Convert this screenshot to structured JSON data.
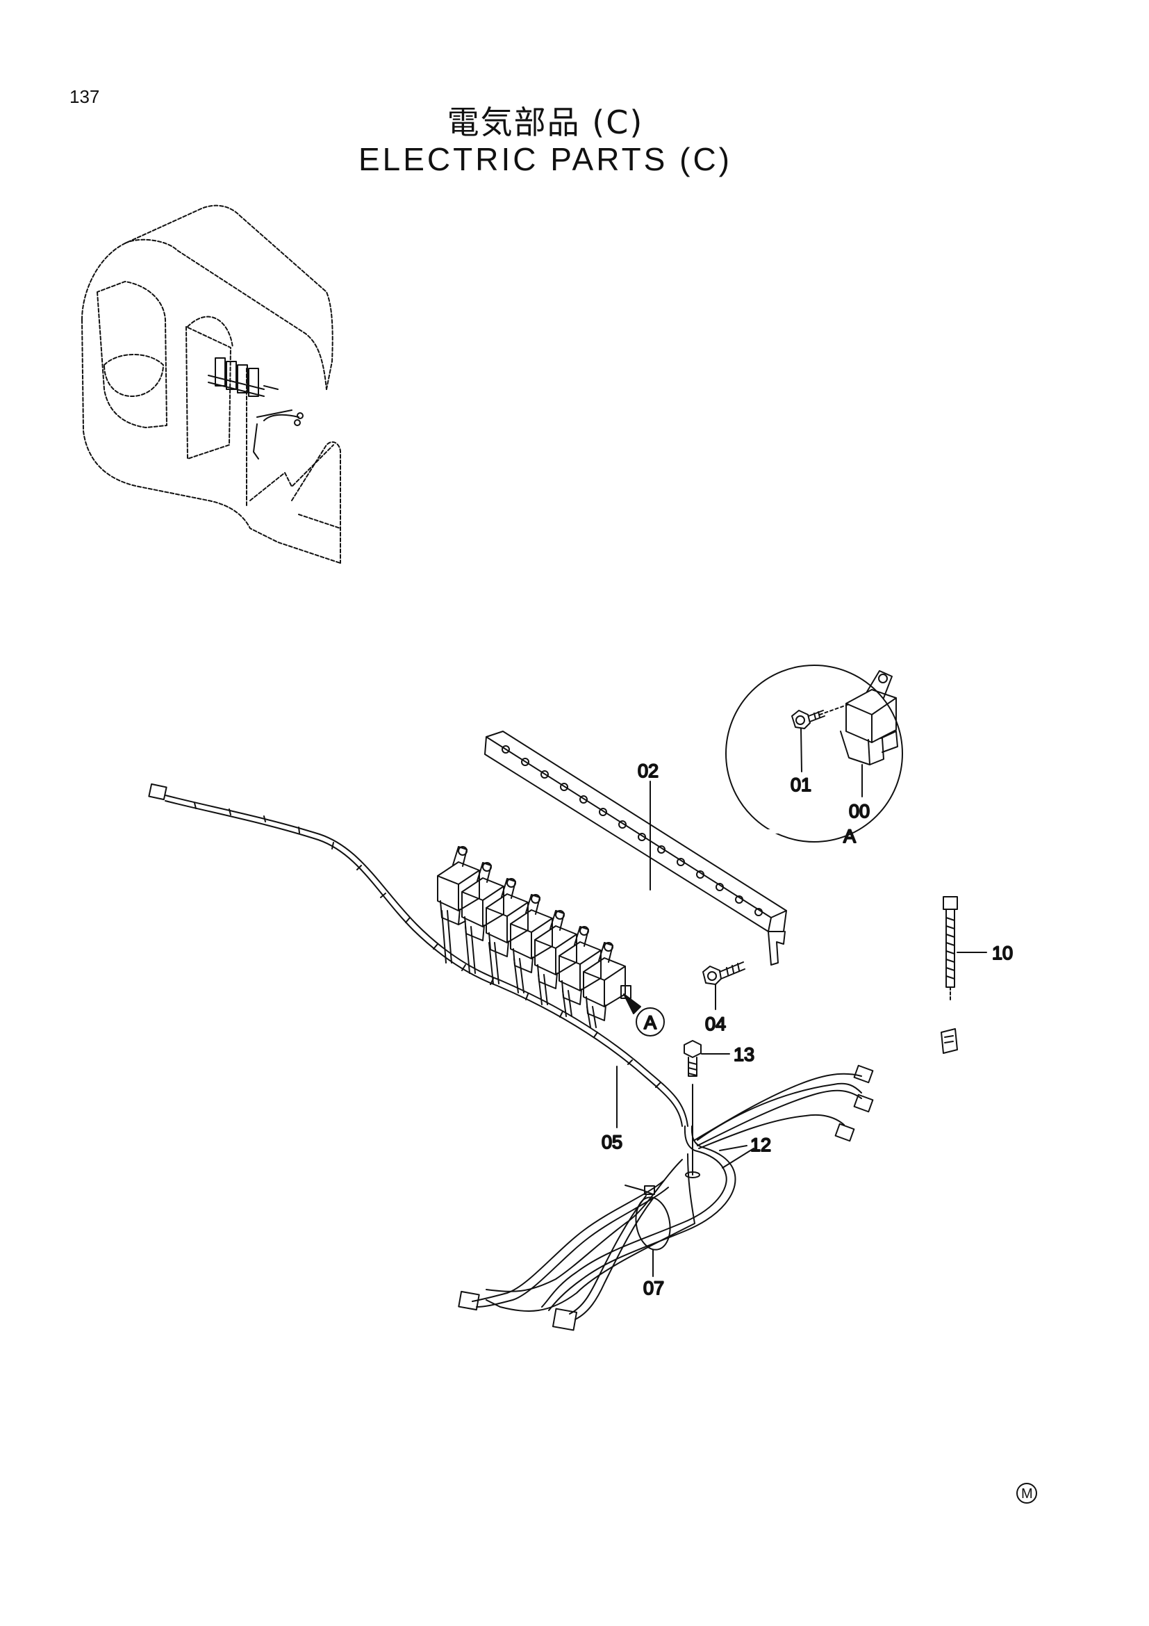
{
  "page": {
    "number": "137"
  },
  "title": {
    "japanese": "電気部品 (C)",
    "english": "ELECTRIC PARTS (C)"
  },
  "parts": {
    "p00": "00",
    "p01": "01",
    "p02": "02",
    "p04": "04",
    "p05": "05",
    "p07": "07",
    "p10": "10",
    "p12": "12",
    "p13": "13"
  },
  "detail": {
    "callout": "A",
    "view_label": "A"
  },
  "footer": {
    "mark": "M"
  },
  "colors": {
    "line": "#111111",
    "background": "#ffffff"
  }
}
